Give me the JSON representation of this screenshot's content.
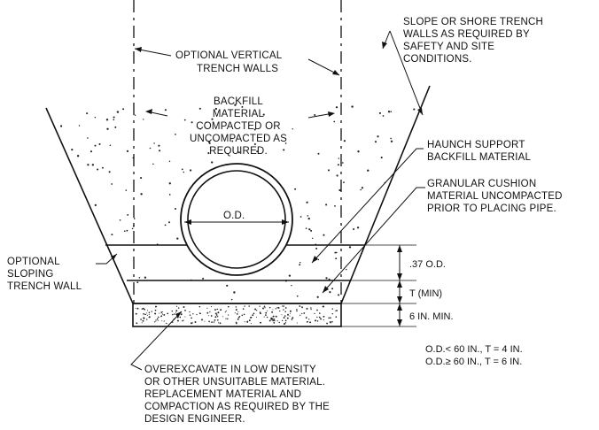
{
  "labels": {
    "optional_vertical": [
      "OPTIONAL VERTICAL",
      "TRENCH WALLS"
    ],
    "slope_or_shore": [
      "SLOPE OR SHORE TRENCH",
      "WALLS AS REQUIRED BY",
      "SAFETY AND SITE",
      "CONDITIONS."
    ],
    "backfill": [
      "BACKFILL",
      "MATERIAL",
      "COMPACTED OR",
      "UNCOMPACTED AS",
      "REQUIRED."
    ],
    "haunch": [
      "HAUNCH SUPPORT",
      "BACKFILL MATERIAL"
    ],
    "granular": [
      "GRANULAR CUSHION",
      "MATERIAL UNCOMPACTED",
      "PRIOR TO PLACING PIPE."
    ],
    "optional_sloping": [
      "OPTIONAL",
      "SLOPING",
      "TRENCH WALL"
    ],
    "overexcavate": [
      "OVEREXCAVATE IN LOW DENSITY",
      "OR OTHER UNSUITABLE MATERIAL.",
      "REPLACEMENT MATERIAL AND",
      "COMPACTION AS REQUIRED BY THE",
      "DESIGN ENGINEER."
    ],
    "pipe_od": "O.D."
  },
  "dimensions": {
    "haunch_depth": ".37 O.D.",
    "cushion_thickness": "T (MIN)",
    "overexcavation": "6 IN. MIN."
  },
  "notes": [
    "O.D.< 60 IN., T = 4 IN.",
    "O.D.≥ 60 IN., T = 6 IN."
  ],
  "colors": {
    "ink": "#111111",
    "background": "#ffffff"
  }
}
